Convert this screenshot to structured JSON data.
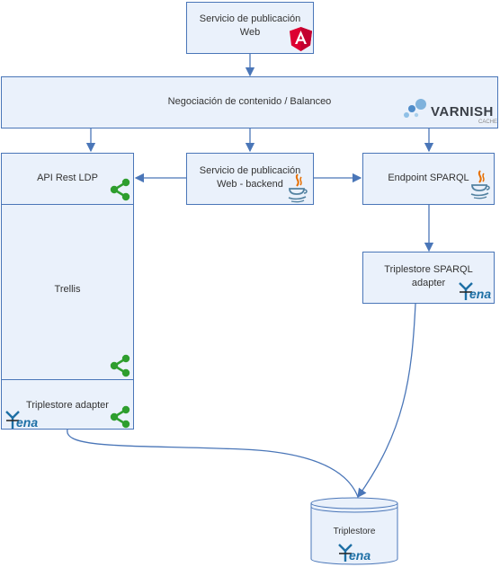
{
  "nodes": {
    "web_service": {
      "label_line1": "Servicio de publicación",
      "label_line2": "Web"
    },
    "negotiation": {
      "label": "Negociación de contenido / Balanceo"
    },
    "varnish": {
      "word": "VARNISH",
      "sub": "CACHE"
    },
    "api_rest": {
      "label": "API Rest LDP"
    },
    "backend": {
      "label_line1": "Servicio de publicación",
      "label_line2": "Web - backend"
    },
    "endpoint": {
      "label": "Endpoint SPARQL"
    },
    "trellis": {
      "label": "Trellis"
    },
    "triplestore_sparql": {
      "label_line1": "Triplestore SPARQL",
      "label_line2": "adapter"
    },
    "triplestore_adapter": {
      "label": "Triplestore adapter"
    },
    "triplestore": {
      "label": "Triplestore"
    }
  },
  "icons": [
    "angular-icon",
    "varnish-icon",
    "share-icon",
    "java-icon",
    "jena-icon"
  ],
  "colors": {
    "box_fill": "#eaf1fb",
    "box_border": "#4a76b8",
    "angular": "#dd0031",
    "share": "#2e9e2e",
    "java": "#e76f00",
    "jena_text": "#1d6fa5"
  }
}
